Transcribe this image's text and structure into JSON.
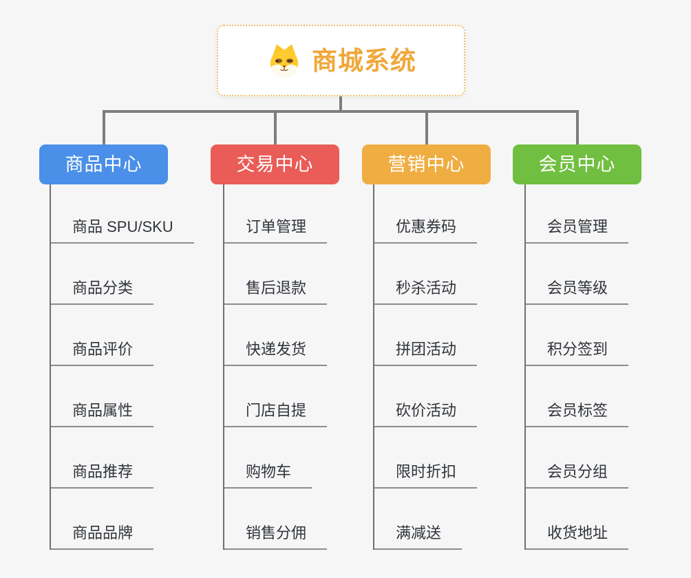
{
  "canvas": {
    "background": "#f6f6f6",
    "connector_color": "#7d7d7d",
    "branch_line_color": "#6f6f6f",
    "underline_color": "#8c8c8c",
    "leaf_text_color": "#30343a"
  },
  "root": {
    "title": "商城系统",
    "icon": "shiba-dog-icon",
    "title_color": "#F0A83B",
    "border_color": "#F2BE6A"
  },
  "branches": [
    {
      "label": "商品中心",
      "color": "#4A8FE8",
      "children": [
        "商品 SPU/SKU",
        "商品分类",
        "商品评价",
        "商品属性",
        "商品推荐",
        "商品品牌"
      ]
    },
    {
      "label": "交易中心",
      "color": "#E95C57",
      "children": [
        "订单管理",
        "售后退款",
        "快递发货",
        "门店自提",
        "购物车",
        "销售分佣"
      ]
    },
    {
      "label": "营销中心",
      "color": "#EFAD42",
      "children": [
        "优惠券码",
        "秒杀活动",
        "拼团活动",
        "砍价活动",
        "限时折扣",
        "满减送"
      ]
    },
    {
      "label": "会员中心",
      "color": "#71BF41",
      "children": [
        "会员管理",
        "会员等级",
        "积分签到",
        "会员标签",
        "会员分组",
        "收货地址"
      ]
    }
  ]
}
